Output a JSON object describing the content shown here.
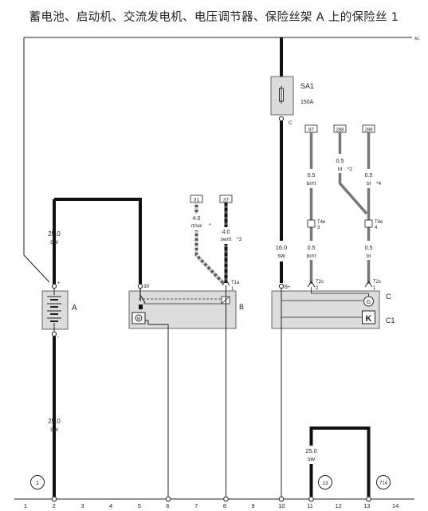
{
  "title": "蓄电池、启动机、交流发电机、电压调节器、保险丝架 A 上的保险丝 1",
  "ref_a1": "A1",
  "components": {
    "battery": "A",
    "starter": "B",
    "alternator": "C",
    "regulator": "C1",
    "fuse_holder": "SA1",
    "fuse_rating": "150A",
    "fuse_terminal": "C"
  },
  "wires": {
    "battery_top": {
      "size": "25.0",
      "color": "sw"
    },
    "battery_ground": {
      "size": "25.0",
      "color": "sw"
    },
    "alt_bplus": {
      "size": "16.0",
      "color": "sw"
    },
    "alt_ground": {
      "size": "25.0",
      "color": "sw"
    },
    "starter_w31": {
      "size": "4.0",
      "color": "rt/sw",
      "note": "*"
    },
    "starter_w37": {
      "size": "4.0",
      "color": "sw/rt",
      "note": "*3"
    },
    "w97": {
      "size": "0.5",
      "color": "br/rt"
    },
    "w97_lower": {
      "size": "0.5",
      "color": "br/rt"
    },
    "w288": {
      "size": "0.5",
      "color": "bl",
      "note": "*2"
    },
    "w289": {
      "size": "0.5",
      "color": "bl",
      "note": "*4"
    },
    "w289_lower": {
      "size": "0.5",
      "color": "bl"
    }
  },
  "references": {
    "r31": "31",
    "r37": "37",
    "r97": "97",
    "r288": "288",
    "r289": "289"
  },
  "connectors": {
    "t4e": "T4e",
    "t4e_a": "3",
    "t4e_b": "4",
    "t2s": "T2s",
    "t2s_a": "2",
    "t2s_b": "1",
    "t1a": "T1a",
    "t1a_pin": "1"
  },
  "terminals": {
    "battery_plus": "+",
    "battery_minus": "-",
    "starter_30": "30",
    "alt_bplus": "B+"
  },
  "ground_points": {
    "g1": "1",
    "g13": "13",
    "g714": "714"
  },
  "ruler": [
    "1",
    "2",
    "3",
    "4",
    "5",
    "6",
    "7",
    "8",
    "9",
    "10",
    "11",
    "12",
    "13",
    "14"
  ]
}
